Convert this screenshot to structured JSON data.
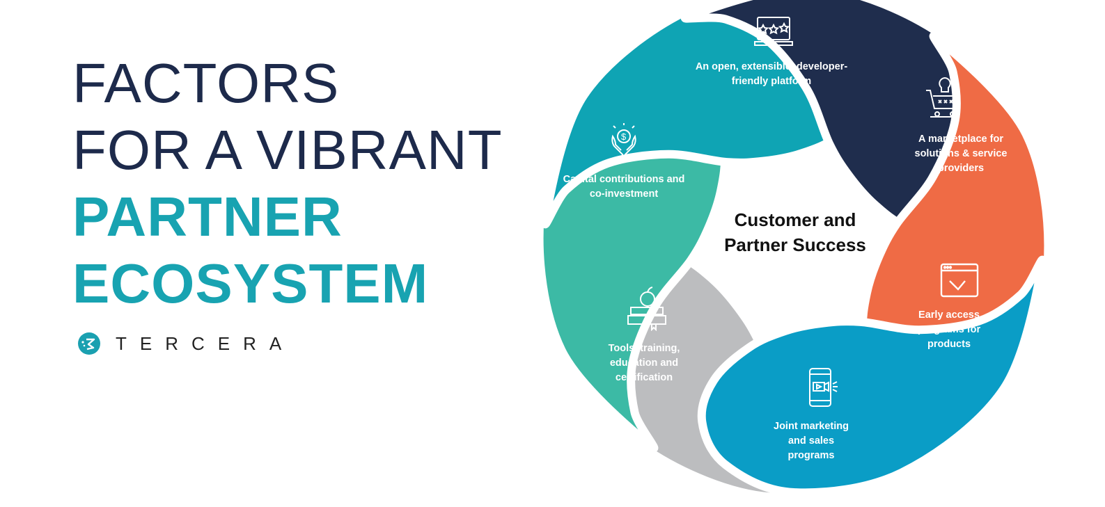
{
  "heading": {
    "line1": "FACTORS",
    "line2": "FOR A VIBRANT",
    "line3": "PARTNER",
    "line4": "ECOSYSTEM"
  },
  "logo": {
    "text": "TERCERA"
  },
  "center": {
    "line1": "Customer and",
    "line2": "Partner Success"
  },
  "segments": [
    {
      "id": "platform",
      "label": "An open, extensible, developer-friendly platform",
      "icon": "laptop-stars-icon",
      "color": "#0fa4b4"
    },
    {
      "id": "marketplace",
      "label": "A marketplace for solutions & service providers",
      "icon": "cart-lightbulb-icon",
      "color": "#1f2d4d"
    },
    {
      "id": "early-access",
      "label": "Early access programs for products",
      "icon": "browser-window-icon",
      "color": "#ef6b45"
    },
    {
      "id": "marketing",
      "label": "Joint marketing and sales programs",
      "icon": "phone-video-icon",
      "color": "#0a9dc6"
    },
    {
      "id": "training",
      "label": "Tools, training, education and certification",
      "icon": "books-apple-icon",
      "color": "#bcbdbf"
    },
    {
      "id": "capital",
      "label": "Capital contributions and co-investment",
      "icon": "hands-coin-icon",
      "color": "#3cbaa5"
    }
  ]
}
